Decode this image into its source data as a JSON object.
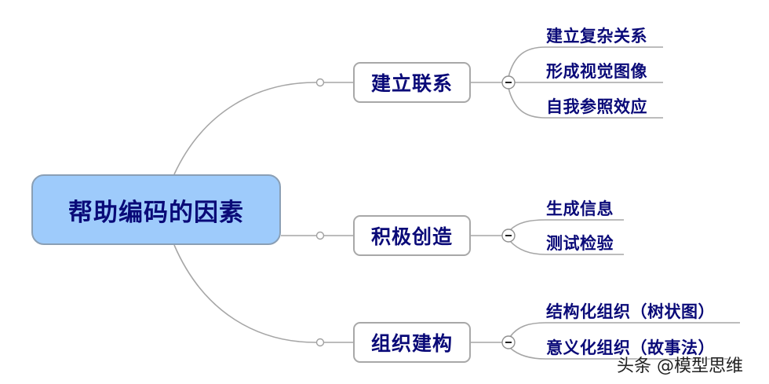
{
  "root": {
    "label": "帮助编码的因素"
  },
  "branches": [
    {
      "label": "建立联系",
      "children": [
        "建立复杂关系",
        "形成视觉图像",
        "自我参照效应"
      ]
    },
    {
      "label": "积极创造",
      "children": [
        "生成信息",
        "测试检验"
      ]
    },
    {
      "label": "组织建构",
      "children": [
        "结构化组织（树状图）",
        "意义化组织（故事法）"
      ]
    }
  ],
  "colors": {
    "text": "#0a0a78",
    "root_fill": "#9ecbfb",
    "line": "#a0a0a0"
  },
  "collapse_symbol": "−",
  "watermark": "头条 @模型思维"
}
